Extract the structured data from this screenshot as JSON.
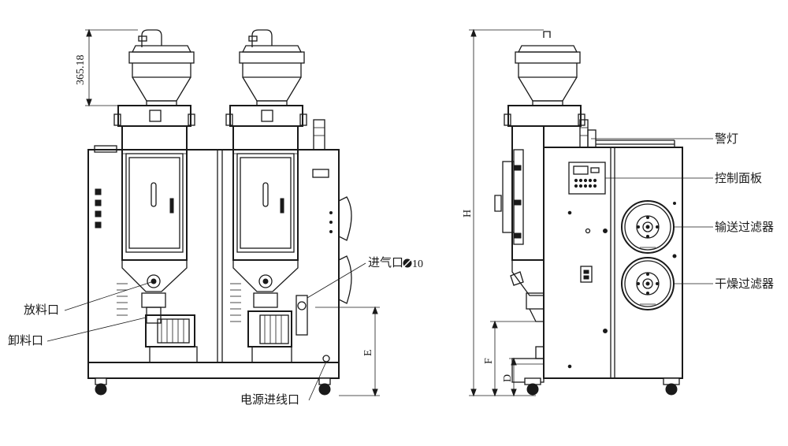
{
  "labels": {
    "discharge_port": "放料口",
    "unloading_port": "卸料口",
    "air_inlet": "进气口",
    "air_inlet_size": "10",
    "power_inlet": "电源进线口",
    "warning_light": "警灯",
    "control_panel": "控制面板",
    "conveying_filter": "输送过滤器",
    "drying_filter": "干燥过滤器"
  },
  "dimensions": {
    "hopper_height": "365.18",
    "total_height": "H",
    "e": "E",
    "f": "F",
    "d": "D"
  }
}
